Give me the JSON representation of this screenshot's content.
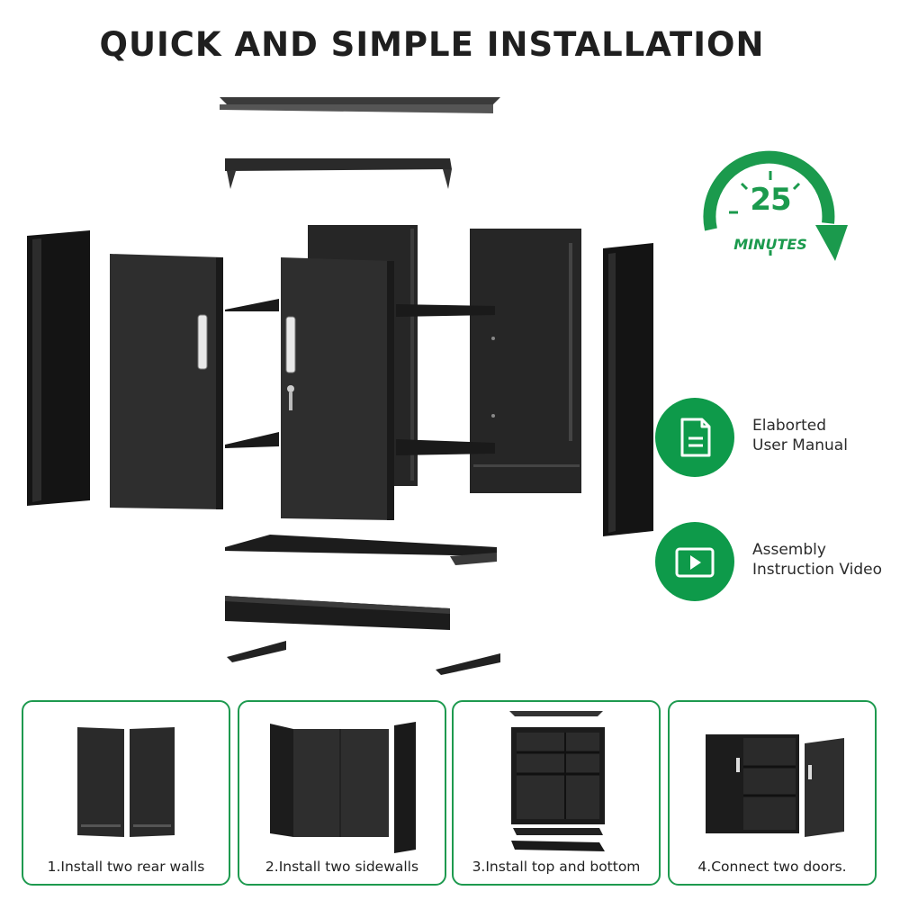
{
  "title": "QUICK AND SIMPLE INSTALLATION",
  "timer": {
    "number": "25",
    "unit": "MINUTES",
    "icon": "stopwatch-arrow-icon"
  },
  "features": [
    {
      "line1": "Elaborted",
      "line2": "User Manual",
      "icon": "document-icon"
    },
    {
      "line1": "Assembly",
      "line2": "Instruction Video",
      "icon": "play-video-icon"
    }
  ],
  "steps": [
    {
      "caption": "1.Install two rear walls"
    },
    {
      "caption": "2.Install two sidewalls"
    },
    {
      "caption": "3.Install top and bottom"
    },
    {
      "caption": "4.Connect two doors."
    }
  ],
  "colors": {
    "accent": "#0e9a4a",
    "cabinet": "#1e1e1e",
    "text": "#2b2b2b"
  }
}
